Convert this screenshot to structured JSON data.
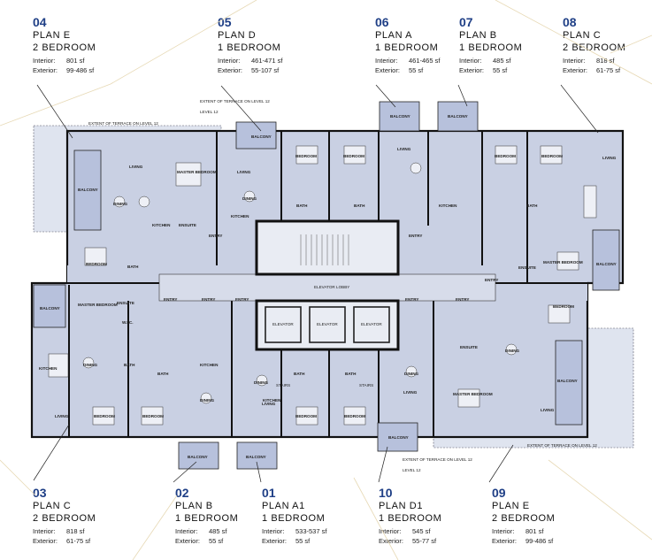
{
  "plans": [
    {
      "num": "04",
      "name": "PLAN E",
      "beds": "2 BEDROOM",
      "interior_label": "Interior:",
      "interior": "801 sf",
      "exterior_label": "Exterior:",
      "exterior": "99-486 sf"
    },
    {
      "num": "05",
      "name": "PLAN D",
      "beds": "1 BEDROOM",
      "interior_label": "Interior:",
      "interior": "461-471 sf",
      "exterior_label": "Exterior:",
      "exterior": "55-107 sf"
    },
    {
      "num": "06",
      "name": "PLAN A",
      "beds": "1 BEDROOM",
      "interior_label": "Interior:",
      "interior": "461-465 sf",
      "exterior_label": "Exterior:",
      "exterior": "55 sf"
    },
    {
      "num": "07",
      "name": "PLAN B",
      "beds": "1 BEDROOM",
      "interior_label": "Interior:",
      "interior": "485 sf",
      "exterior_label": "Exterior:",
      "exterior": "55 sf"
    },
    {
      "num": "08",
      "name": "PLAN C",
      "beds": "2 BEDROOM",
      "interior_label": "Interior:",
      "interior": "818 sf",
      "exterior_label": "Exterior:",
      "exterior": "61-75 sf"
    },
    {
      "num": "03",
      "name": "PLAN C",
      "beds": "2 BEDROOM",
      "interior_label": "Interior:",
      "interior": "818 sf",
      "exterior_label": "Exterior:",
      "exterior": "61-75 sf"
    },
    {
      "num": "02",
      "name": "PLAN B",
      "beds": "1 BEDROOM",
      "interior_label": "Interior:",
      "interior": "485 sf",
      "exterior_label": "Exterior:",
      "exterior": "55 sf"
    },
    {
      "num": "01",
      "name": "PLAN A1",
      "beds": "1 BEDROOM",
      "interior_label": "Interior:",
      "interior": "533-537 sf",
      "exterior_label": "Exterior:",
      "exterior": "55 sf"
    },
    {
      "num": "10",
      "name": "PLAN D1",
      "beds": "1 BEDROOM",
      "interior_label": "Interior:",
      "interior": "545 sf",
      "exterior_label": "Exterior:",
      "exterior": "55-77 sf"
    },
    {
      "num": "09",
      "name": "PLAN E",
      "beds": "2 BEDROOM",
      "interior_label": "Interior:",
      "interior": "801 sf",
      "exterior_label": "Exterior:",
      "exterior": "99-486 sf"
    }
  ],
  "rooms": {
    "balcony": "BALCONY",
    "bedroom": "BEDROOM",
    "master_bedroom": "MASTER BEDROOM",
    "living": "LIVING",
    "dining": "DINING",
    "kitchen": "KITCHEN",
    "bath": "BATH",
    "ensuite": "ENSUITE",
    "entry": "ENTRY",
    "elevator": "ELEVATOR",
    "stairs": "STAIRS",
    "elevator_lobby": "ELEVATOR LOBBY",
    "wic": "W.I.C."
  },
  "notes": {
    "terrace_top": "EXTENT OF TERRACE ON LEVEL 12",
    "terrace_level": "LEVEL 12",
    "terrace_bottom": "EXTENT OF TERRACE ON LEVEL 12"
  },
  "colors": {
    "plan_number": "#1f3f86",
    "floor_fill": "#c9d0e3",
    "balcony_fill": "#b7c1dc",
    "terrace_fill": "#dfe4ef",
    "wall": "#111111",
    "leader": "#222222",
    "gold_lines": "#e7d9b5"
  }
}
